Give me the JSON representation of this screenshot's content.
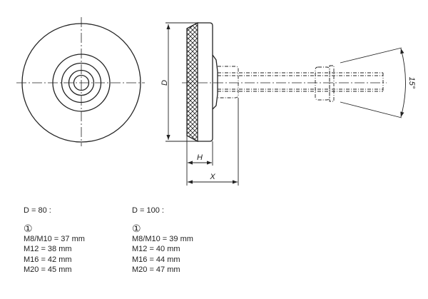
{
  "drawing": {
    "dimension_labels": {
      "diameter": "D",
      "height": "H",
      "length": "X",
      "angle": "15°"
    }
  },
  "tables": [
    {
      "header": "D = 80 :",
      "marker": "①",
      "rows": [
        "M8/M10 = 37 mm",
        "M12 = 38 mm",
        "M16 = 42 mm",
        "M20 = 45 mm"
      ]
    },
    {
      "header": "D = 100 :",
      "marker": "①",
      "rows": [
        "M8/M10 = 39 mm",
        "M12 = 40 mm",
        "M16 = 44 mm",
        "M20 = 47 mm"
      ]
    }
  ]
}
